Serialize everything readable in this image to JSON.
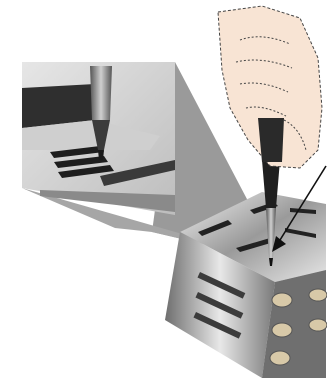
{
  "figure": {
    "hand_icon": "hand-holding-screwdriver",
    "tool_icon": "flathead-screwdriver",
    "callout_arrow": "arrow-pointing-to-slot",
    "colors": {
      "background": "#ffffff",
      "skin": "#f8e4d4",
      "metal_dark": "#2b2b2b",
      "metal_mid": "#8c8c8c",
      "metal_light": "#d8d8d8",
      "callout_shadow": "#9a9a9a"
    }
  }
}
